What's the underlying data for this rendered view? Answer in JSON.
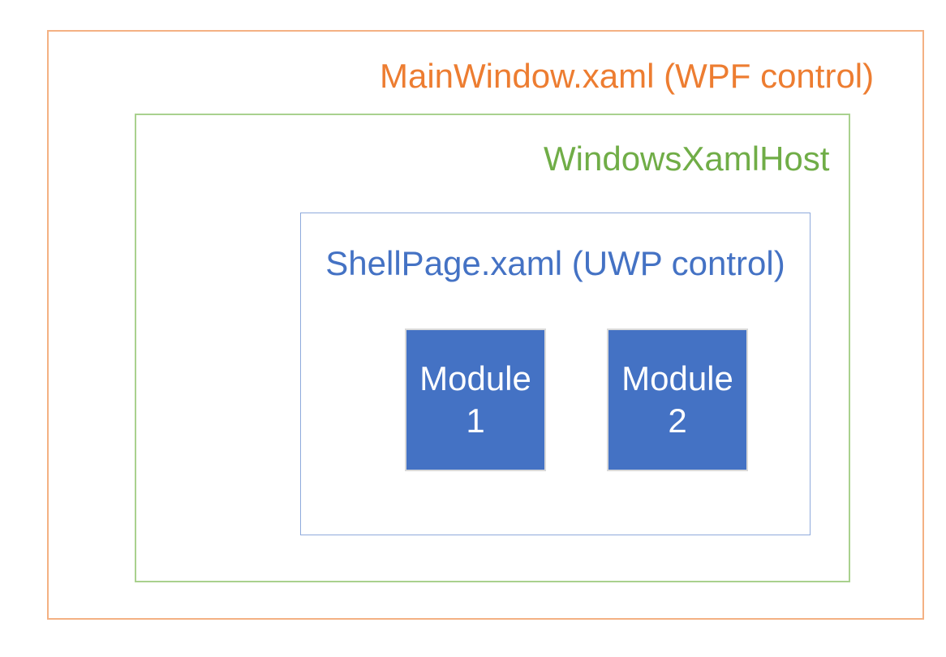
{
  "diagram": {
    "outer_box": {
      "label": "MainWindow.xaml (WPF control)",
      "text_color": "#ED7D31",
      "border_color": "#F4B183"
    },
    "host_box": {
      "label": "WindowsXamlHost",
      "text_color": "#70AD47",
      "border_color": "#A9D18E"
    },
    "shell_box": {
      "label": "ShellPage.xaml (UWP control)",
      "text_color": "#4472C4",
      "border_color": "#8FAADC"
    },
    "modules": [
      {
        "label": "Module 1",
        "fill_color": "#4472C4",
        "text_color": "#FFFFFF",
        "border_color": "#D9D9D9"
      },
      {
        "label": "Module 2",
        "fill_color": "#4472C4",
        "text_color": "#FFFFFF",
        "border_color": "#D9D9D9"
      }
    ]
  }
}
